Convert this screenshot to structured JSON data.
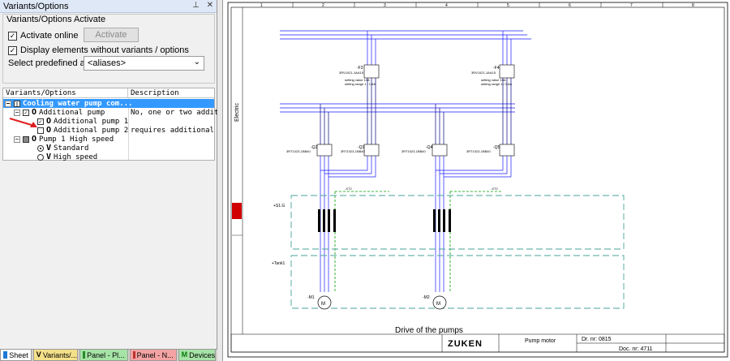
{
  "panel": {
    "title": "Variants/Options",
    "pin_icon": "pin-icon",
    "close_icon": "close-icon"
  },
  "activate_group": {
    "legend": "Variants/Options Activate",
    "activate_online": "Activate online",
    "activate_online_checked": true,
    "activate_button": "Activate",
    "display_without": "Display elements without variants / options",
    "display_without_checked": true,
    "alias_label": "Select predefined alias:",
    "alias_value": "<aliases>"
  },
  "tree": {
    "col_name": "Variants/Options",
    "col_desc": "Description",
    "rows": [
      {
        "label": "Cooling water pump com...",
        "desc": ""
      },
      {
        "label": "Additional pump",
        "desc": "No, one or two additi..."
      },
      {
        "label": "Additional pump 1",
        "desc": ""
      },
      {
        "label": "Additional pump 2",
        "desc": "requires additional ..."
      },
      {
        "label": "Pump 1 High speed",
        "desc": ""
      },
      {
        "label": "Standard",
        "desc": ""
      },
      {
        "label": "High speed",
        "desc": ""
      }
    ]
  },
  "tabs": [
    {
      "label": "Sheet",
      "color": "#ffffff"
    },
    {
      "label": "Variants/...",
      "color": "#f5e08a"
    },
    {
      "label": "Panel - Pl...",
      "color": "#a6e3a6"
    },
    {
      "label": "Panel - N...",
      "color": "#f3a3a3"
    },
    {
      "label": "Devices",
      "color": "#a6e3a6"
    }
  ],
  "drawing": {
    "ruler_numbers": [
      "1",
      "2",
      "3",
      "4",
      "5",
      "6",
      "7",
      "8"
    ],
    "side_label": "Electric",
    "zone_labels": [
      "+S1.G",
      "+Tank1"
    ],
    "device_labels": [
      "-F3",
      "-F4",
      "-Q2",
      "-Q3",
      "-Q4",
      "-Q5",
      "-XT2",
      "-XT2",
      "-M1",
      "-M2"
    ],
    "setting_text": "setting value 10A",
    "setting_range": "setting range 1 / 1.6A",
    "device_type_f": "3RV1021-1AA15",
    "device_type_q": "3RT1023-1BB40",
    "title_block": {
      "caption": "Drive of the pumps",
      "company": "ZUKEN",
      "description": "Pump motor",
      "drawing_nr": "Dr. nr: 0815",
      "doc_nr": "Doc. nr: 4711"
    }
  },
  "colors": {
    "wire_blue": "#1a1aff",
    "wire_navy": "#000080",
    "zone_green": "#4aa39a",
    "pe_green": "#00a000",
    "logo_red": "#d00000"
  }
}
